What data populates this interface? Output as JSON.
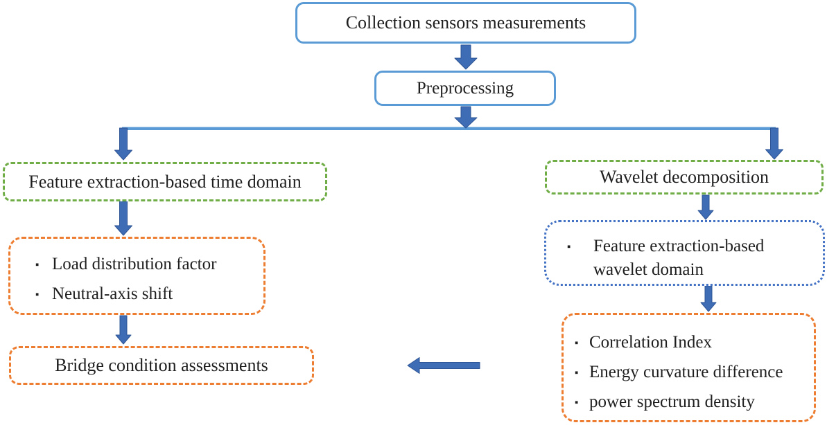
{
  "diagram": {
    "bullet_char": "▪",
    "nodes": {
      "collection": {
        "label": "Collection sensors measurements"
      },
      "preprocessing": {
        "label": "Preprocessing"
      },
      "time_domain": {
        "label": "Feature extraction-based time domain"
      },
      "wavelet_decomposition": {
        "label": "Wavelet decomposition"
      },
      "time_features": {
        "items": [
          "Load distribution factor",
          "Neutral-axis shift"
        ]
      },
      "wavelet_features": {
        "label": "Feature extraction-based wavelet domain"
      },
      "wavelet_indices": {
        "items": [
          "Correlation Index",
          "Energy curvature difference",
          "power spectrum density"
        ]
      },
      "bridge_assessment": {
        "label": "Bridge condition assessments"
      }
    },
    "colors": {
      "box_blue": "#5B9BD5",
      "arrow_blue": "#3E6CB5",
      "arrow_stroke": "#2E5595",
      "green": "#70AD47",
      "orange": "#ED7D31",
      "dotted_blue": "#4472C4",
      "text": "#1F1F1F"
    }
  }
}
